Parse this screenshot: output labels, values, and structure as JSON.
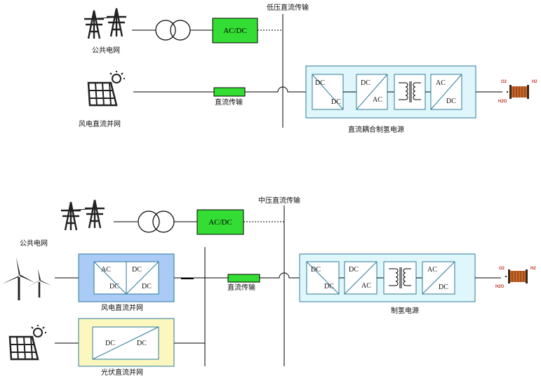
{
  "top": {
    "grid_label": "公共电网",
    "pv_label": "风电直流并网",
    "bus_label": "低压直流传输",
    "line_label": "直流传输",
    "acdc_label": "AC/DC",
    "supply_label": "直流耦合制氢电源",
    "stages": [
      {
        "in": "DC",
        "out": "DC"
      },
      {
        "in": "DC",
        "out": "AC"
      },
      {
        "in": "AC",
        "out": "DC"
      }
    ]
  },
  "bottom": {
    "grid_label": "公共电网",
    "bus_label": "中压直流传输",
    "line_label": "直流传输",
    "acdc_label": "AC/DC",
    "wind_label": "风电直流并网",
    "wind_stages": [
      {
        "in": "AC",
        "out": "DC"
      },
      {
        "in": "DC",
        "out": "DC"
      }
    ],
    "pv_label": "光伏直流并网",
    "pv_stage": {
      "in": "DC",
      "out": "DC"
    },
    "supply_label": "制氢电源",
    "stages": [
      {
        "in": "DC",
        "out": "DC"
      },
      {
        "in": "DC",
        "out": "AC"
      },
      {
        "in": "AC",
        "out": "DC"
      }
    ]
  },
  "electrolyzer": {
    "o2": "O2",
    "h2": "H2",
    "h2o": "H2O"
  },
  "colors": {
    "green": "#33dd33",
    "cyan_bg": "#dff7fb",
    "blue_bg": "#a9cbf5",
    "yellow_bg": "#fbf7bf",
    "box_border": "#2c7a9a"
  }
}
